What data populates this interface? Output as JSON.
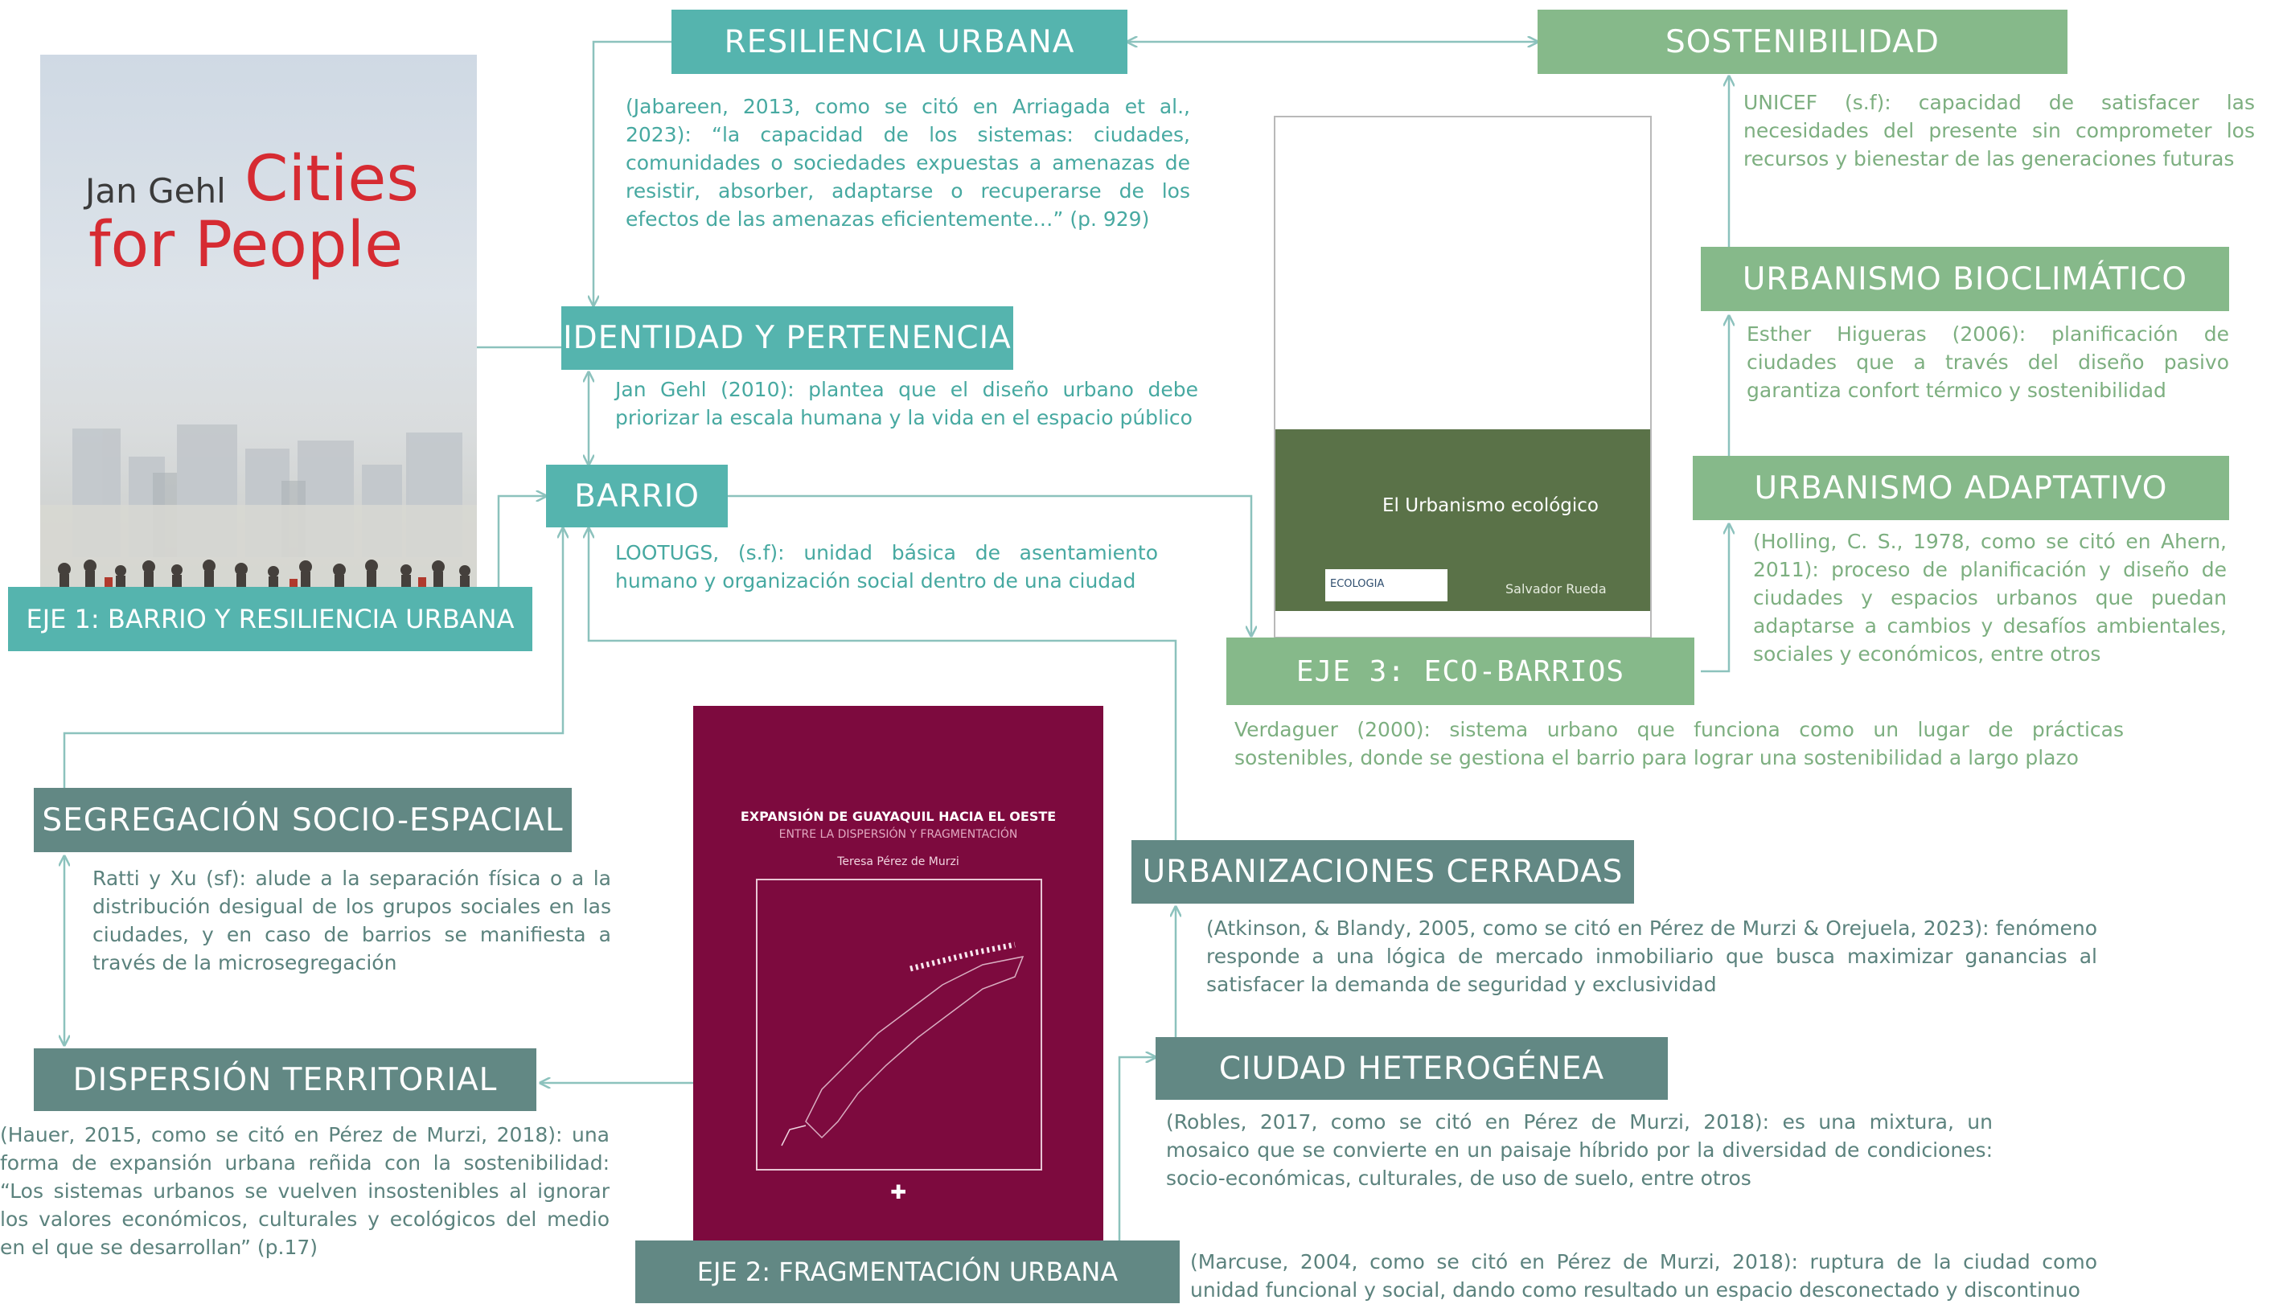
{
  "colors": {
    "teal": "#55b4ae",
    "green": "#86b98a",
    "slate": "#628884",
    "maroon": "#7d0a3e",
    "red": "#d62b32",
    "ecology_green": "#5a7248"
  },
  "nodes": {
    "resiliencia": "RESILIENCIA URBANA",
    "sostenibilidad": "SOSTENIBILIDAD",
    "identidad": "IDENTIDAD Y PERTENENCIA",
    "barrio": "BARRIO",
    "eje1": "EJE 1: BARRIO Y RESILIENCIA URBANA",
    "bioclimatico": "URBANISMO BIOCLIMÁTICO",
    "adaptativo": "URBANISMO ADAPTATIVO",
    "eje3": "EJE 3:  ECO-BARRIOS",
    "segregacion": "SEGREGACIÓN SOCIO-ESPACIAL",
    "urbanizaciones": "URBANIZACIONES CERRADAS",
    "dispersion": "DISPERSIÓN TERRITORIAL",
    "heterogenea": "CIUDAD HETEROGÉNEA",
    "eje2": "EJE 2: FRAGMENTACIÓN URBANA"
  },
  "descriptions": {
    "resiliencia": "(Jabareen, 2013, como se citó en Arriagada et al., 2023): “la capacidad de los sistemas: ciudades, comunidades o sociedades expuestas a amenazas de resistir, absorber, adaptarse o recuperarse de los efectos de las amenazas eficientemente…” (p. 929)",
    "sostenibilidad": "UNICEF (s.f): capacidad de satisfacer las necesidades del presente sin comprometer los recursos y bienestar de las generaciones futuras",
    "identidad": "Jan Gehl (2010): plantea que el diseño urbano debe priorizar la escala humana y la vida en el espacio público",
    "bioclimatico": "Esther Higueras (2006): planificación de ciudades que a través del diseño pasivo garantiza confort térmico y sostenibilidad",
    "barrio": "LOOTUGS, (s.f):  unidad básica de asentamiento humano y organización social dentro de una ciudad",
    "adaptativo": "(Holling, C. S., 1978, como se citó en Ahern, 2011): proceso de planificación y diseño de ciudades y espacios urbanos que puedan adaptarse a cambios y desafíos ambientales, sociales y económicos, entre otros",
    "eje3": "Verdaguer (2000): sistema urbano que funciona como un lugar de prácticas sostenibles, donde se gestiona el barrio para lograr una sostenibilidad a largo plazo",
    "segregacion": "Ratti y Xu (sf): alude a la separación física o a la distribución desigual de los grupos sociales en las ciudades, y en caso de barrios se manifiesta a través de la microsegregación",
    "urbanizaciones": "(Atkinson, & Blandy, 2005, como se citó en Pérez de Murzi & Orejuela, 2023): fenómeno responde a una lógica de mercado inmobiliario que busca maximizar ganancias al satisfacer la demanda de seguridad y exclusividad",
    "heterogenea": "(Robles, 2017, como se citó en Pérez de Murzi, 2018): es una mixtura, un mosaico que se convierte en un paisaje híbrido por la diversidad de condiciones: socio-económicas, culturales, de uso de suelo, entre otros",
    "dispersion": "(Hauer, 2015, como se citó en Pérez de Murzi, 2018): una forma de expansión urbana reñida con la sostenibilidad: “Los sistemas urbanos se vuelven insostenibles al ignorar los valores económicos, culturales y ecológicos del medio en el que se desarrollan” (p.17)",
    "eje2": "(Marcuse, 2004, como se citó en Pérez de Murzi, 2018): ruptura de la ciudad como unidad funcional y social, dando como resultado un espacio desconectado y discontinuo"
  },
  "book_gehl": {
    "author": "Jan Gehl",
    "title_line1": "Cities",
    "title_line2": "for People"
  },
  "book_rueda": {
    "title": "El Urbanismo ecológico",
    "author": "Salvador Rueda",
    "logo": "ECOLOGIA"
  },
  "book_guayaquil": {
    "title": "EXPANSIÓN DE GUAYAQUIL HACIA EL OESTE",
    "subtitle": "ENTRE LA DISPERSIÓN Y FRAGMENTACIÓN",
    "author": "Teresa Pérez de Murzi"
  }
}
